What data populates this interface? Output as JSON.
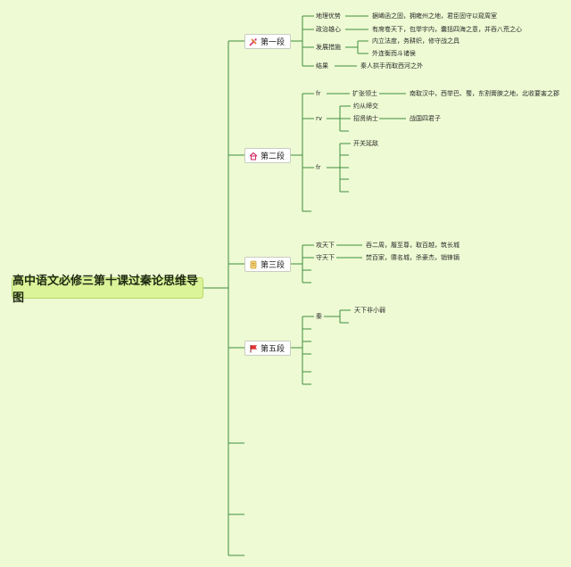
{
  "title": "高中语文必修三第十课过秦论思维导图",
  "sections": {
    "s1": {
      "label": "第一段",
      "icon": "tools-icon",
      "items": {
        "a": {
          "label": "地理优势",
          "detail": "据崤函之固，拥雍州之地，君臣固守以窥周室"
        },
        "b": {
          "label": "政治雄心",
          "detail": "有席卷天下，包举宇内，囊括四海之意，并吞八荒之心"
        },
        "c": {
          "label": "发展措施",
          "detail1": "内立法度，务耕织，修守战之具",
          "detail2": "外连衡而斗诸侯"
        },
        "d": {
          "label": "结果",
          "detail": "秦人拱手而取西河之外"
        }
      }
    },
    "s2": {
      "label": "第二段",
      "icon": "home-icon",
      "items": {
        "a": {
          "label": "fr",
          "mid": "扩张领土",
          "detail": "南取汉中，西举巴、蜀，东割膏腴之地，北收要害之郡"
        },
        "b": {
          "label": "rv",
          "mid1": "约从缔交",
          "mid2": "招贤纳士",
          "detail": "战国四君子"
        },
        "c": {
          "label": "fr",
          "mid": "开关延敌"
        }
      }
    },
    "s3": {
      "label": "第三段",
      "icon": "scroll-icon",
      "items": {
        "a": {
          "label": "攻天下",
          "detail": "吞二周，履至尊，取百越，筑长城"
        },
        "b": {
          "label": "守天下",
          "detail": "焚百家，隳名城，杀豪杰，销锋镝"
        }
      }
    },
    "s5": {
      "label": "第五段",
      "icon": "flag-icon",
      "items": {
        "a": {
          "label": "秦",
          "detail": "天下非小弱"
        }
      }
    }
  },
  "colors": {
    "background": "#eefad3",
    "line": "#3f8f3f",
    "root_fill": "#dbf49a"
  }
}
